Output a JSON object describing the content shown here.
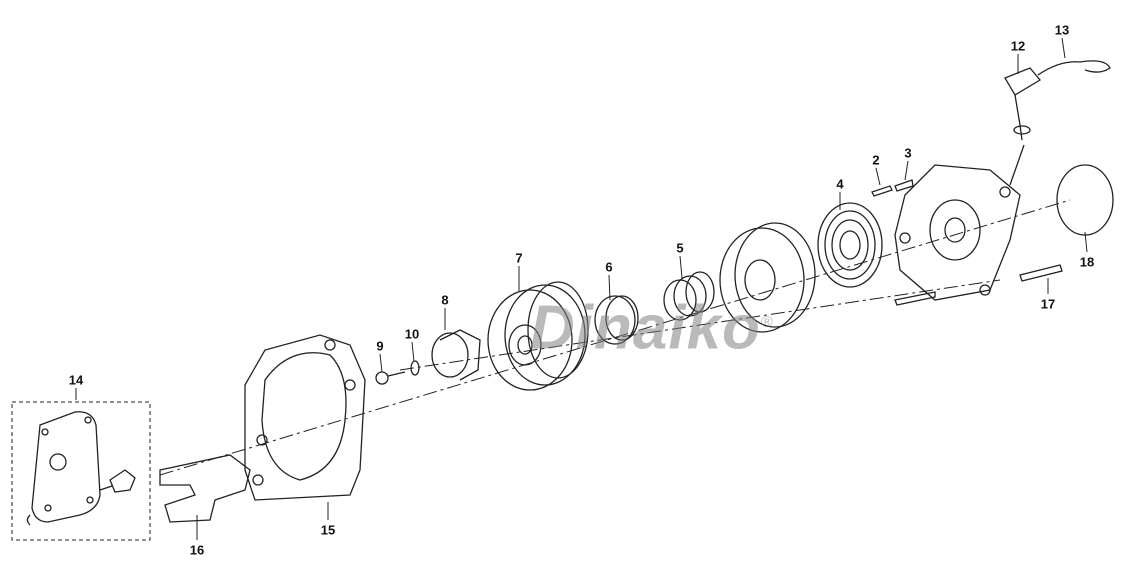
{
  "diagram": {
    "type": "exploded-parts",
    "watermark": "Dinaiko",
    "callouts": [
      "2",
      "3",
      "4",
      "5",
      "6",
      "7",
      "8",
      "9",
      "10",
      "12",
      "13",
      "14",
      "15",
      "16",
      "17",
      "18"
    ]
  }
}
